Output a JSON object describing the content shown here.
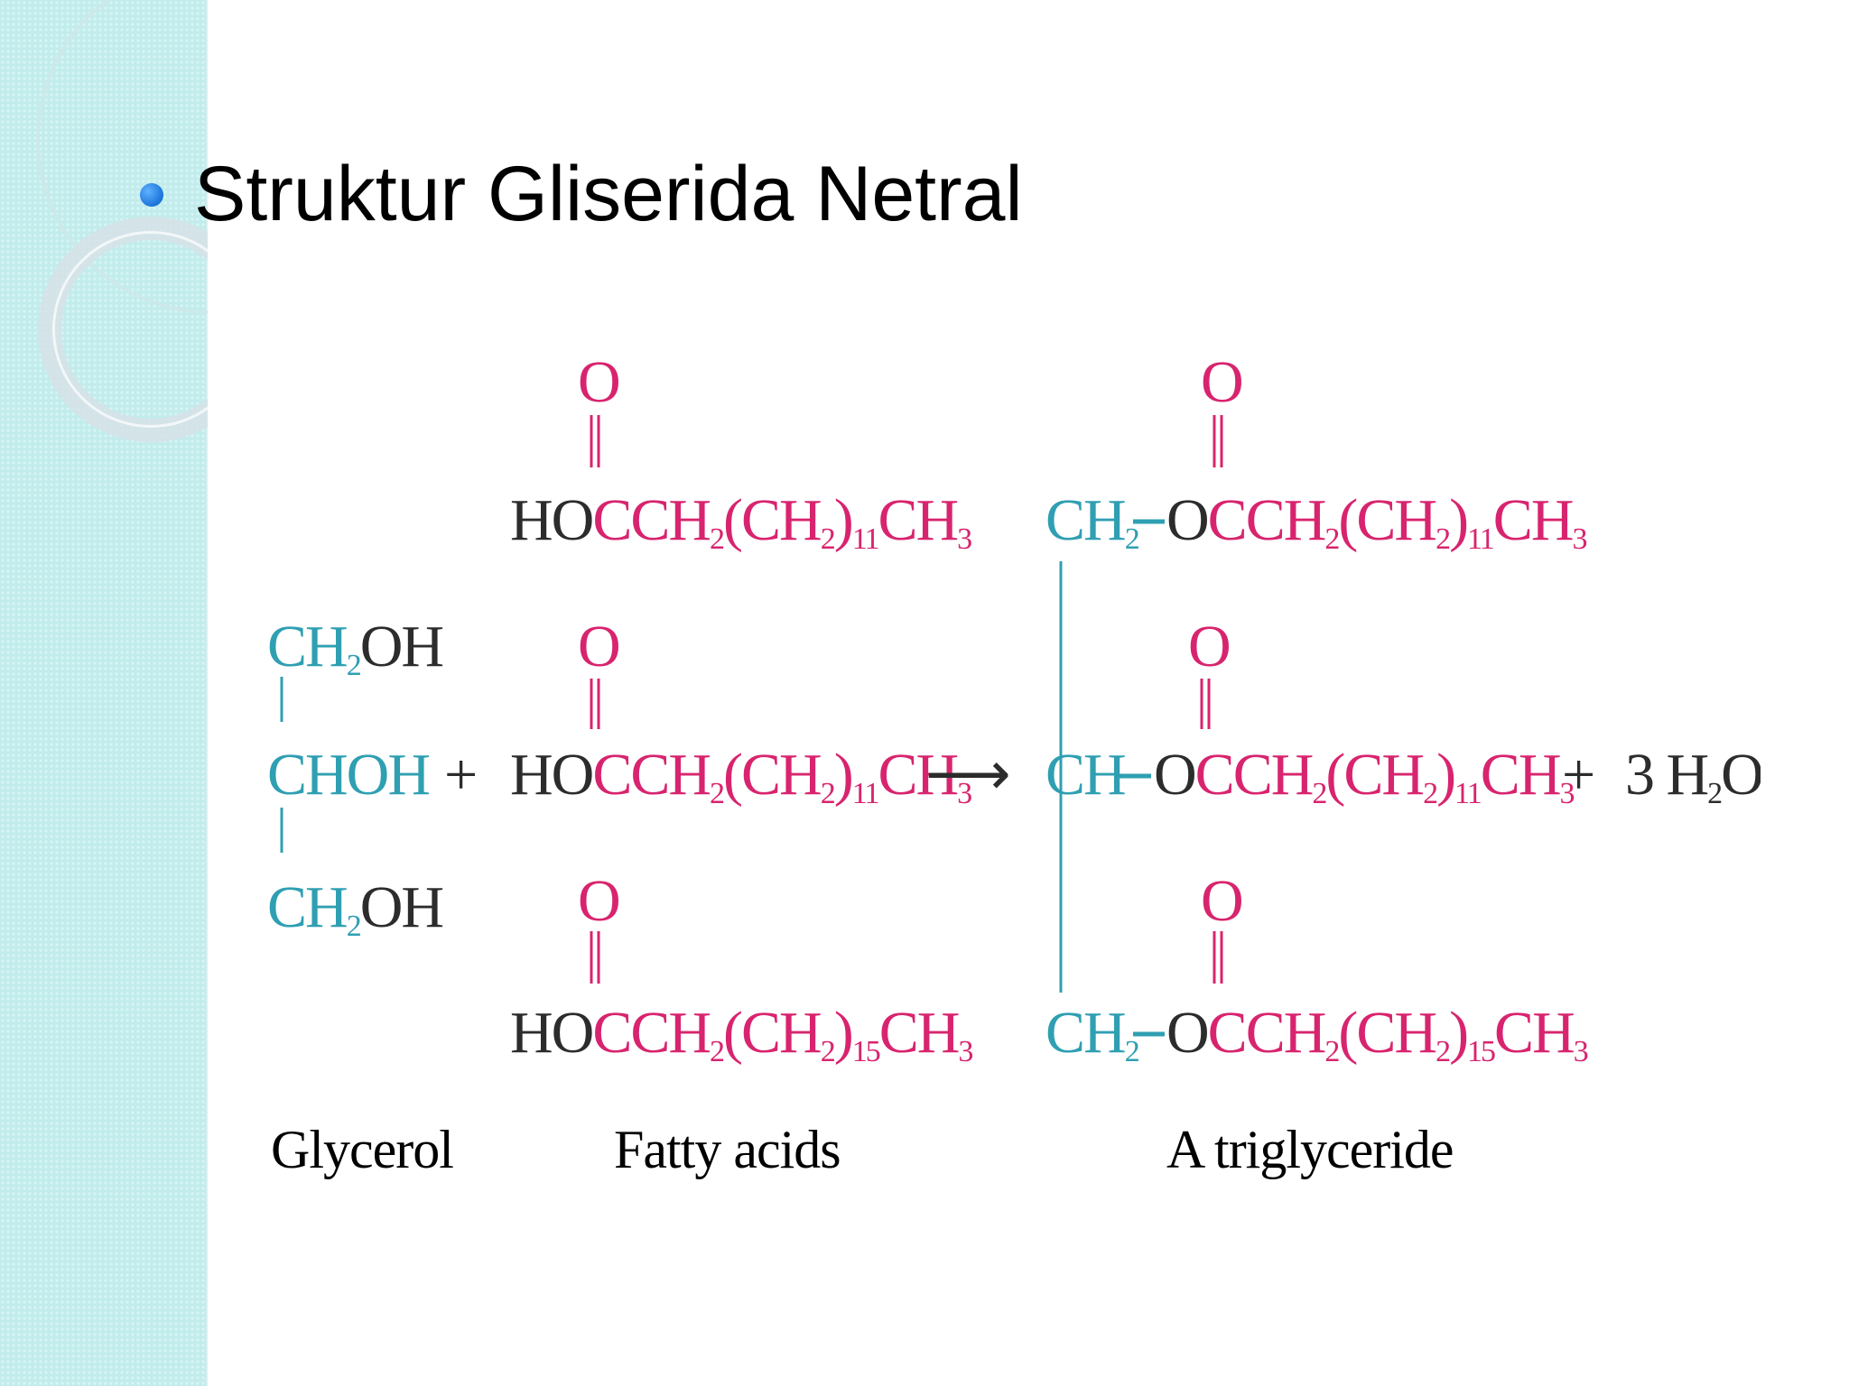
{
  "slide": {
    "title": "Struktur Gliserida Netral",
    "accent_color": "#1a73d9",
    "sidebar_color": "#c2ecec",
    "bullet_icon": "bullet-dot-icon"
  },
  "reaction": {
    "glycerol": {
      "rows": [
        {
          "group": "CH",
          "sub": "2",
          "tail": "OH"
        },
        {
          "group": "CHOH",
          "sub": "",
          "tail": ""
        },
        {
          "group": "CH",
          "sub": "2",
          "tail": "OH"
        }
      ],
      "label": "Glycerol"
    },
    "plus_sign": "+",
    "fatty_acids": {
      "oxygen": "O",
      "head": "HO",
      "rows": [
        {
          "chain": "CCH",
          "sub1": "2",
          "mid": "(CH",
          "sub2": "2",
          "close": ")",
          "sub3": "11",
          "end": "CH",
          "sub4": "3"
        },
        {
          "chain": "CCH",
          "sub1": "2",
          "mid": "(CH",
          "sub2": "2",
          "close": ")",
          "sub3": "11",
          "end": "CH",
          "sub4": "3"
        },
        {
          "chain": "CCH",
          "sub1": "2",
          "mid": "(CH",
          "sub2": "2",
          "close": ")",
          "sub3": "15",
          "end": "CH",
          "sub4": "3"
        }
      ],
      "label": "Fatty acids"
    },
    "arrow": "⟶",
    "triglyceride": {
      "oxygen": "O",
      "backbone": [
        {
          "group": "CH",
          "sub": "2"
        },
        {
          "group": "CH",
          "sub": ""
        },
        {
          "group": "CH",
          "sub": "2"
        }
      ],
      "ester_o": "O",
      "rows": [
        {
          "chain": "CCH",
          "sub1": "2",
          "mid": "(CH",
          "sub2": "2",
          "close": ")",
          "sub3": "11",
          "end": "CH",
          "sub4": "3"
        },
        {
          "chain": "CCH",
          "sub1": "2",
          "mid": "(CH",
          "sub2": "2",
          "close": ")",
          "sub3": "11",
          "end": "CH",
          "sub4": "3"
        },
        {
          "chain": "CCH",
          "sub1": "2",
          "mid": "(CH",
          "sub2": "2",
          "close": ")",
          "sub3": "15",
          "end": "CH",
          "sub4": "3"
        }
      ],
      "label": "A triglyceride"
    },
    "plus_sign_2": "+",
    "water": {
      "coef": "3 H",
      "sub": "2",
      "tail": "O"
    }
  }
}
